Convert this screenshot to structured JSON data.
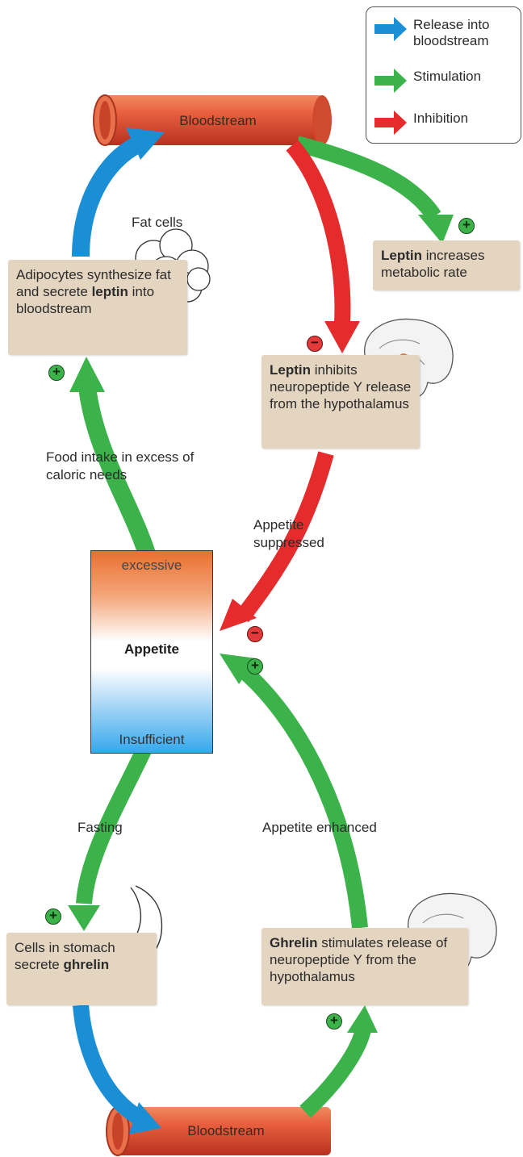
{
  "legend": {
    "release": "Release into bloodstream",
    "stimulation": "Stimulation",
    "inhibition": "Inhibition"
  },
  "colors": {
    "release": "#1b8fd6",
    "stimulation": "#3bb34a",
    "inhibition": "#e52b2b",
    "box": "#e3d5c0",
    "vessel": "#e2563a"
  },
  "top_vessel": "Bloodstream",
  "bottom_vessel": "Bloodstream",
  "fat_cells_label": "Fat cells",
  "adipocytes": {
    "pre": "Adipocytes synthesize fat and secrete ",
    "bold": "leptin",
    "post": " into bloodstream"
  },
  "leptin_rate": {
    "bold": "Leptin",
    "post": " increases metabolic rate"
  },
  "leptin_inhibits": {
    "bold": "Leptin",
    "post": " inhibits neuropeptide Y release from the hypothalamus"
  },
  "food_intake": "Food intake in excess of caloric needs",
  "appetite_suppressed": "Appetite suppressed",
  "appetite": {
    "top": "excessive",
    "middle": "Appetite",
    "bottom": "Insufficient"
  },
  "fasting": "Fasting",
  "appetite_enhanced": "Appetite enhanced",
  "stomach_cells": {
    "pre": "Cells in stomach secrete ",
    "bold": "ghrelin"
  },
  "ghrelin_stimulates": {
    "bold": "Ghrelin",
    "post": " stimulates release of neuropeptide Y from the hypothalamus"
  },
  "signs": {
    "plus": "+",
    "minus": "−"
  }
}
